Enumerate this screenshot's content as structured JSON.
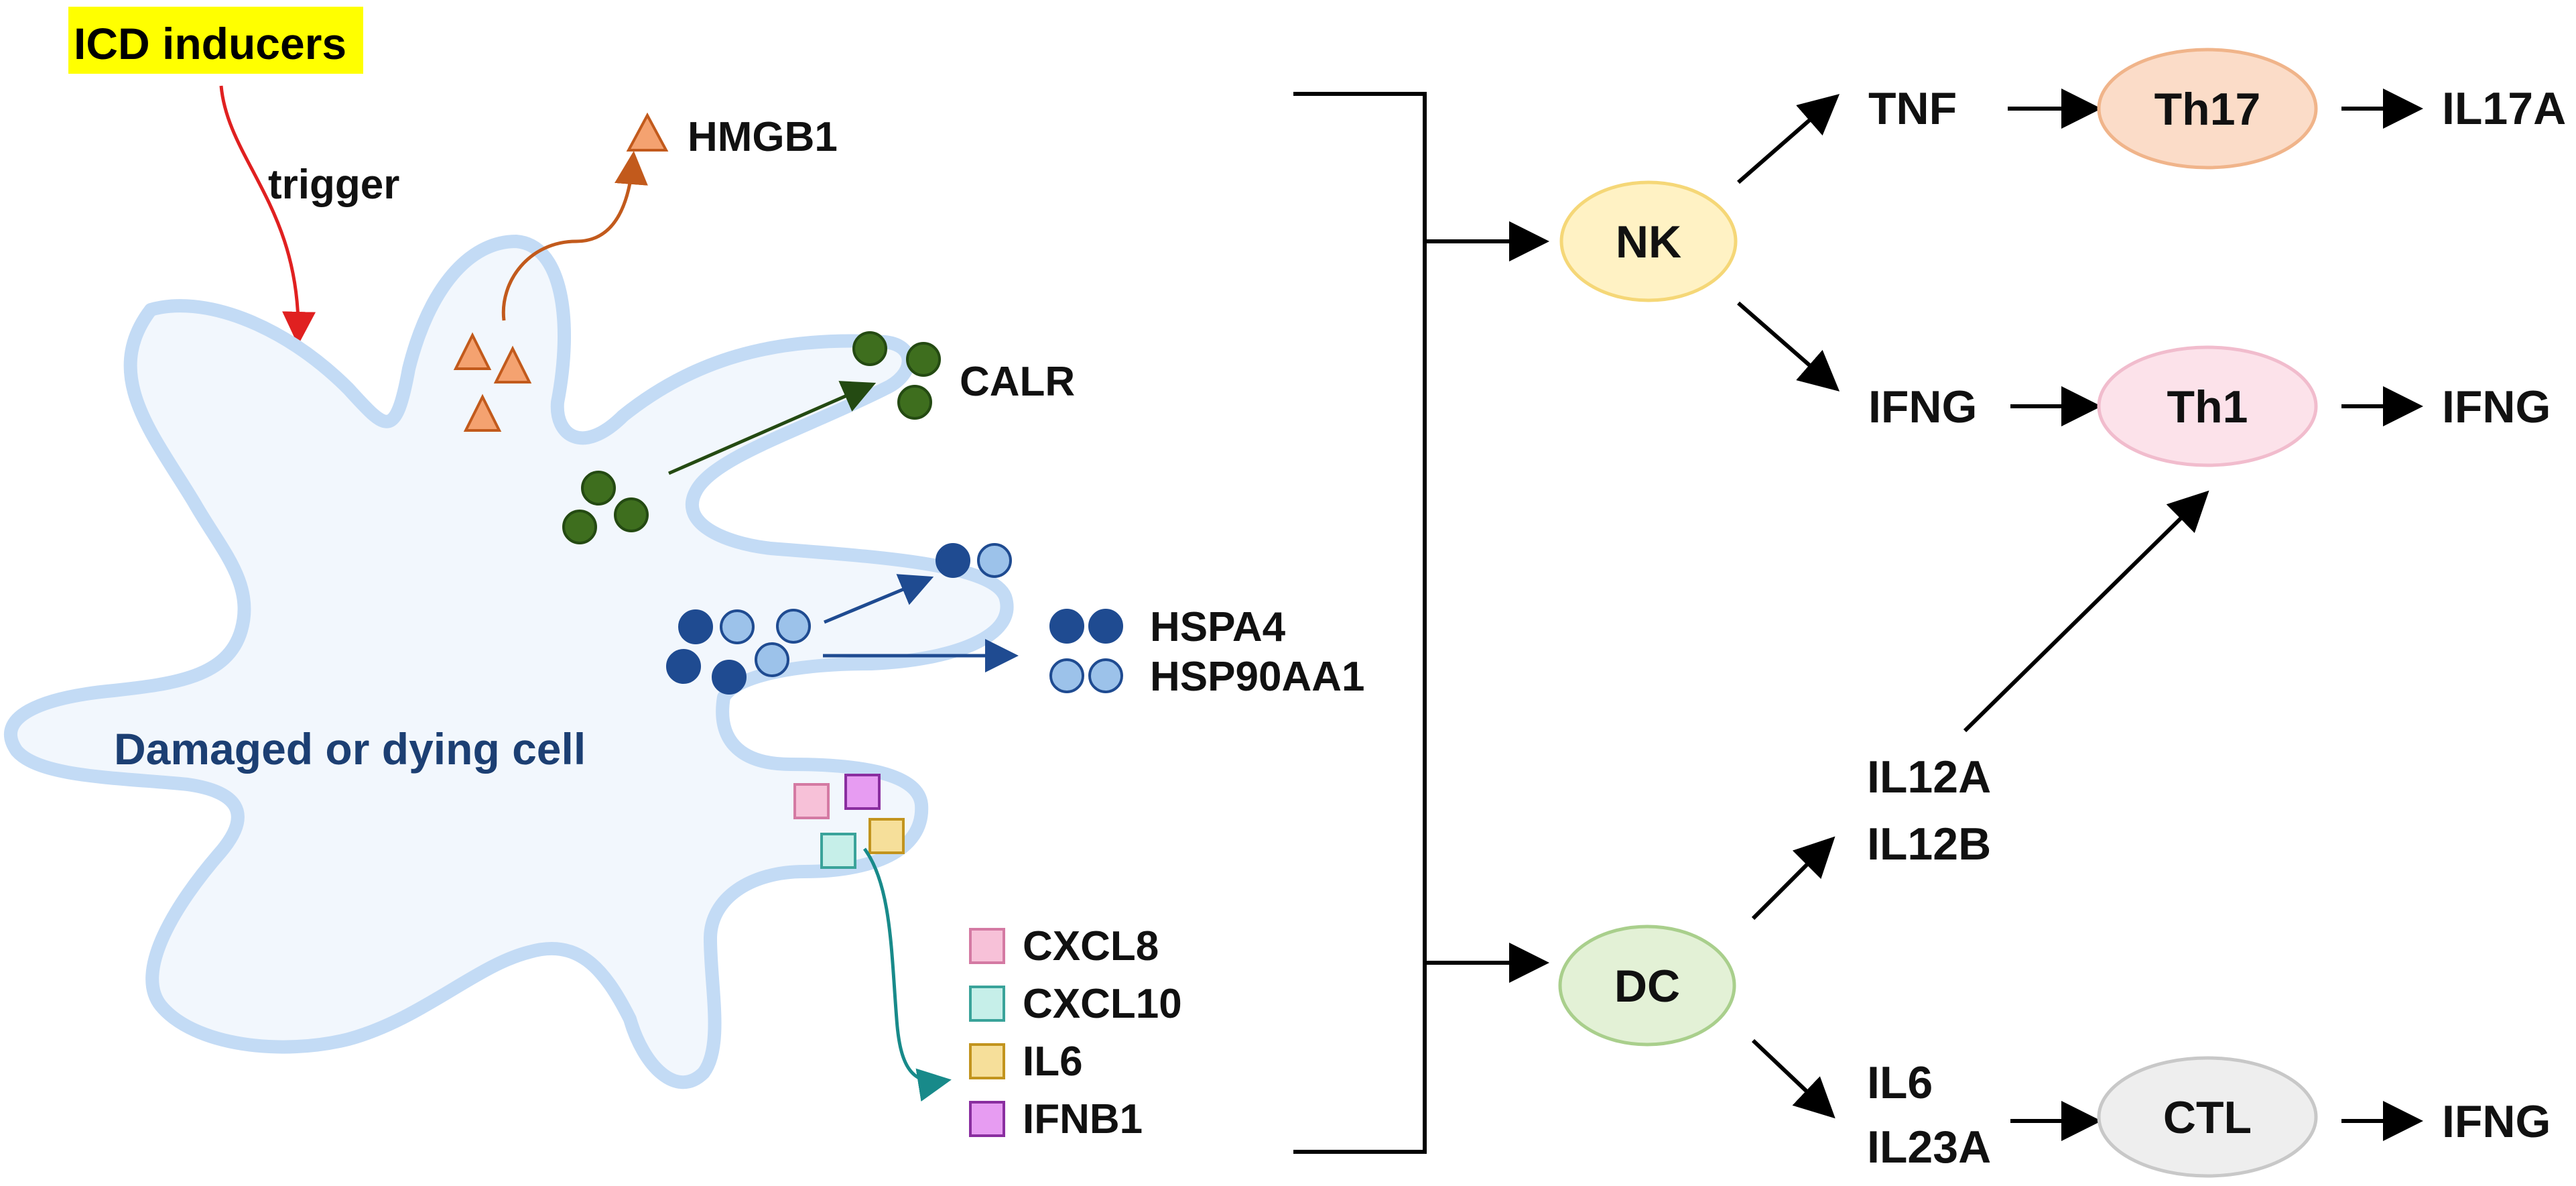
{
  "inducer": {
    "label": "ICD inducers",
    "highlight_color": "#ffff00"
  },
  "trigger": {
    "label": "trigger",
    "color": "#e02020"
  },
  "cell": {
    "label": "Damaged or dying cell",
    "fill": "#f2f7fd",
    "outline": "#c3dbf5"
  },
  "damps": {
    "hmgb1": {
      "label": "HMGB1",
      "color": "#f4a270",
      "edge": "#c25a1c",
      "icon": "triangle-icon"
    },
    "calr": {
      "label": "CALR",
      "color": "#3e6e1e",
      "icon": "circle-icon"
    },
    "hspa4": {
      "label": "HSPA4",
      "color": "#1f4b91",
      "icon": "circle-icon"
    },
    "hsp90": {
      "label": "HSP90AA1",
      "color": "#9cc2ea",
      "icon": "circle-icon"
    }
  },
  "cytokines": [
    {
      "label": "CXCL8",
      "color": "#f7c1d8",
      "icon": "square-icon"
    },
    {
      "label": "CXCL10",
      "color": "#c6efe9",
      "icon": "square-icon"
    },
    {
      "label": "IL6",
      "color": "#f6df9a",
      "icon": "square-icon"
    },
    {
      "label": "IFNB1",
      "color": "#e79cf2",
      "icon": "square-icon"
    }
  ],
  "immune_cells": {
    "nk": {
      "label": "NK",
      "fill": "#fff2c4",
      "stroke": "#f5d777"
    },
    "dc": {
      "label": "DC",
      "fill": "#e3f1d6",
      "stroke": "#a9cf8c"
    },
    "th17": {
      "label": "Th17",
      "fill": "#fbdcc8",
      "stroke": "#f0b48a"
    },
    "th1": {
      "label": "Th1",
      "fill": "#fce2ea",
      "stroke": "#f1bccd"
    },
    "ctl": {
      "label": "CTL",
      "fill": "#eeeeee",
      "stroke": "#c8c8c8"
    }
  },
  "nk_outputs": {
    "tnf": "TNF",
    "ifng": "IFNG"
  },
  "dc_outputs": {
    "il12a": "IL12A",
    "il12b": "IL12B",
    "il6": "IL6",
    "il23a": "IL23A"
  },
  "effectors": {
    "th17_out": "IL17A",
    "th1_out": "IFNG",
    "ctl_out": "IFNG"
  }
}
